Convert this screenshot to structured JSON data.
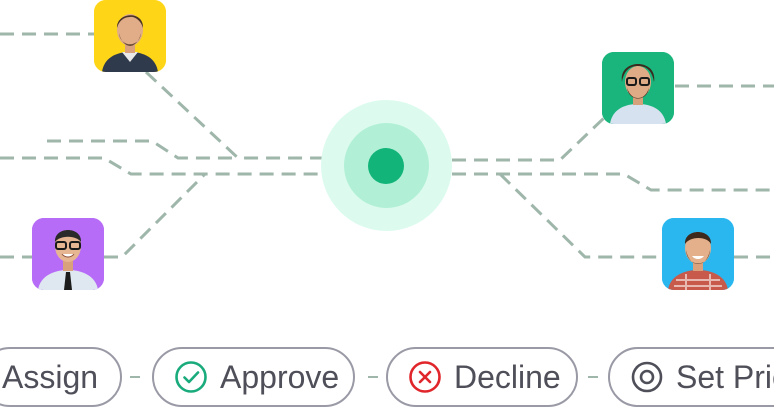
{
  "colors": {
    "line": "#9fb6ab",
    "hub_outer": "#dcfbee",
    "hub_mid": "#b1f0d6",
    "hub_core": "#12b47a",
    "approve": "#1aab7c",
    "decline": "#e0262b",
    "chip_border": "#9a9aa6",
    "chip_text": "#4f4f5a"
  },
  "avatars": [
    {
      "name": "avatar-top-left",
      "bg": "#ffd617"
    },
    {
      "name": "avatar-bottom-left",
      "bg": "#b76cf7"
    },
    {
      "name": "avatar-top-right",
      "bg": "#1ab57c"
    },
    {
      "name": "avatar-bottom-right",
      "bg": "#2ab7ef"
    }
  ],
  "actions": [
    {
      "label": "Assign",
      "icon": "none"
    },
    {
      "label": "Approve",
      "icon": "check-circle-icon"
    },
    {
      "label": "Decline",
      "icon": "x-circle-icon"
    },
    {
      "label": "Set Pric",
      "icon": "target-icon"
    }
  ]
}
